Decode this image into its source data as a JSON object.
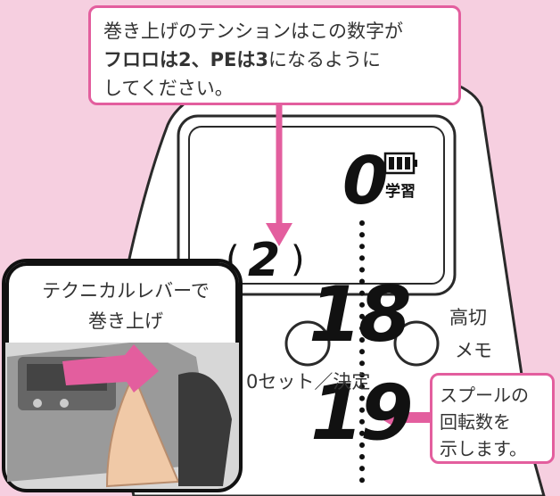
{
  "top_callout": {
    "line1": "巻き上げのテンションはこの数字が",
    "line2_bold": "フロロは2、PEは3",
    "line2_rest": "になるように",
    "line3": "してください。"
  },
  "display": {
    "tension_value": "2",
    "top_digit": "0",
    "learn_label": "学習"
  },
  "spool_counts": [
    "18",
    "19"
  ],
  "buttons": {
    "right_label_top": "高切",
    "right_label_bottom": "メモ",
    "left_label": "0セット／決定"
  },
  "left_callout": {
    "line1": "テクニカルレバーで",
    "line2": "巻き上げ"
  },
  "right_callout": {
    "line1": "スプールの",
    "line2": "回転数を",
    "line3": "示します。"
  },
  "colors": {
    "background": "#f6cfe0",
    "accent": "#e35e9e",
    "panel": "#ffffff",
    "outline": "#2a2a2a"
  }
}
